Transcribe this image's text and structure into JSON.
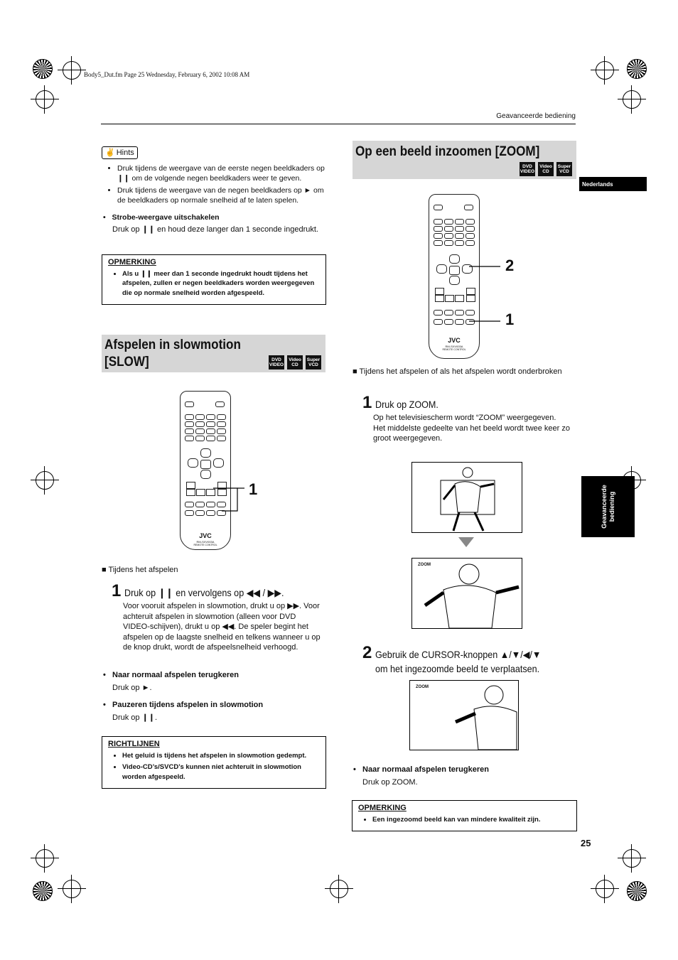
{
  "file_info": "Body5_Dut.fm  Page 25  Wednesday, February 6, 2002  10:08 AM",
  "section_header": "Geavanceerde bediening",
  "lang_tab": "Nederlands",
  "side_tab": "Geavanceerde bediening",
  "page_number": "25",
  "hints": {
    "badge": "Hints",
    "items": [
      "Druk tijdens de weergave van de eerste negen beeldkaders op ❙❙ om de volgende negen beeldkaders weer te geven.",
      "Druk tijdens de weergave van de negen beeldkaders op ► om de beeldkaders op normale snelheid af te laten spelen."
    ],
    "strobe_heading": "Strobe-weergave uitschakelen",
    "strobe_text": "Druk op ❙❙ en houd deze langer dan 1 seconde ingedrukt."
  },
  "note1": {
    "title": "OPMERKING",
    "text": "Als u ❙❙ meer dan 1 seconde ingedrukt houdt tijdens het afspelen, zullen er negen beeldkaders worden weergegeven die op normale snelheid worden afgespeeld."
  },
  "slow": {
    "title_line1": "Afspelen in slowmotion",
    "title_line2": "[SLOW]",
    "callout": "1",
    "context": "■ Tijdens het afspelen",
    "step1_num": "1",
    "step1_text": "Druk op ❙❙ en vervolgens op ◀◀ / ▶▶.",
    "step1_body": "Voor vooruit afspelen in slowmotion, drukt u op ▶▶. Voor achteruit afspelen in slowmotion (alleen voor DVD VIDEO-schijven), drukt u op ◀◀. De speler begint het afspelen op de laagste snelheid en telkens wanneer u op de knop drukt, wordt de afspeelsnelheid verhoogd.",
    "normal_heading": "Naar normaal afspelen terugkeren",
    "normal_text": "Druk op ►.",
    "pause_heading": "Pauzeren tijdens afspelen in slowmotion",
    "pause_text": "Druk op ❙❙."
  },
  "guidelines": {
    "title": "RICHTLIJNEN",
    "items": [
      "Het geluid is tijdens het afspelen in slowmotion gedempt.",
      "Video-CD’s/SVCD’s kunnen niet achteruit in slowmotion worden afgespeeld."
    ]
  },
  "zoom": {
    "title": "Op een beeld inzoomen [ZOOM]",
    "callout_2": "2",
    "callout_1": "1",
    "context": "■ Tijdens het afspelen of als het afspelen wordt onderbroken",
    "step1_num": "1",
    "step1_text": "Druk op ZOOM.",
    "step1_body_1": "Op het televisiescherm wordt “ZOOM” weergegeven.",
    "step1_body_2": "Het middelste gedeelte van het beeld wordt twee keer zo groot weergegeven.",
    "img_label_1": "ZOOM",
    "img_label_2": "ZOOM",
    "step2_num": "2",
    "step2_text": "Gebruik de CURSOR-knoppen ▲/▼/◀/▼ om het ingezoomde beeld te verplaatsen.",
    "normal_heading": "Naar normaal afspelen terugkeren",
    "normal_text": "Druk op ZOOM."
  },
  "note2": {
    "title": "OPMERKING",
    "text": "Een ingezoomd beeld kan van mindere kwaliteit zijn."
  },
  "disc_logos": {
    "dvd": [
      "DVD",
      "VIDEO"
    ],
    "vcd": [
      "Video",
      "CD"
    ],
    "svcd": [
      "Super",
      "VCD"
    ]
  },
  "remote": {
    "brand": "JVC",
    "model": "RM-SXV003A",
    "caption": "REMOTE CONTROL"
  }
}
